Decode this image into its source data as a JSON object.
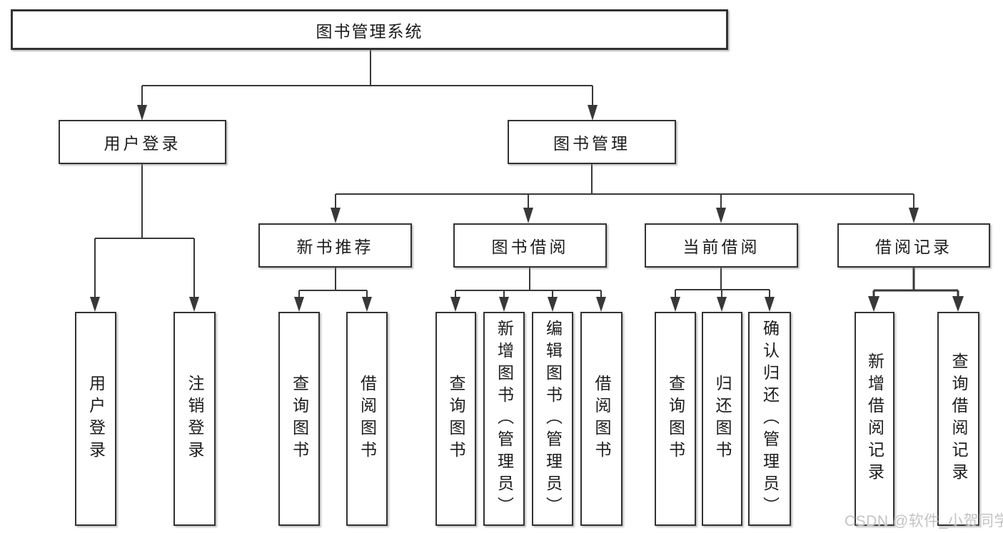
{
  "nodes": {
    "root": "图书管理系统",
    "user_login": "用户登录",
    "book_mgmt": "图书管理",
    "new_book_rec": "新书推荐",
    "book_borrow": "图书借阅",
    "current_borrow": "当前借阅",
    "borrow_record": "借阅记录",
    "leaf_user_login": "用户登录",
    "leaf_logout": "注销登录",
    "leaf_rec_query": "查询图书",
    "leaf_rec_borrow": "借阅图书",
    "leaf_bb_query": "查询图书",
    "leaf_bb_add": "新增图书（管理员）",
    "leaf_bb_edit": "编辑图书（管理员）",
    "leaf_bb_borrow": "借阅图书",
    "leaf_cb_query": "查询图书",
    "leaf_cb_return": "归还图书",
    "leaf_cb_confirm": "确认归还（管理员）",
    "leaf_br_add": "新增借阅记录",
    "leaf_br_query": "查询借阅记录"
  },
  "hierarchy": {
    "图书管理系统": {
      "用户登录": [
        "用户登录",
        "注销登录"
      ],
      "图书管理": {
        "新书推荐": [
          "查询图书",
          "借阅图书"
        ],
        "图书借阅": [
          "查询图书",
          "新增图书（管理员）",
          "编辑图书（管理员）",
          "借阅图书"
        ],
        "当前借阅": [
          "查询图书",
          "归还图书",
          "确认归还（管理员）"
        ],
        "借阅记录": [
          "新增借阅记录",
          "查询借阅记录"
        ]
      }
    }
  },
  "watermark": "CSDN @软件_小贺同学",
  "colors": {
    "line": "#383838",
    "box_border": "#333333",
    "text": "#1c1c1c",
    "watermark": "#c3c3c3",
    "background": "#ffffff"
  }
}
